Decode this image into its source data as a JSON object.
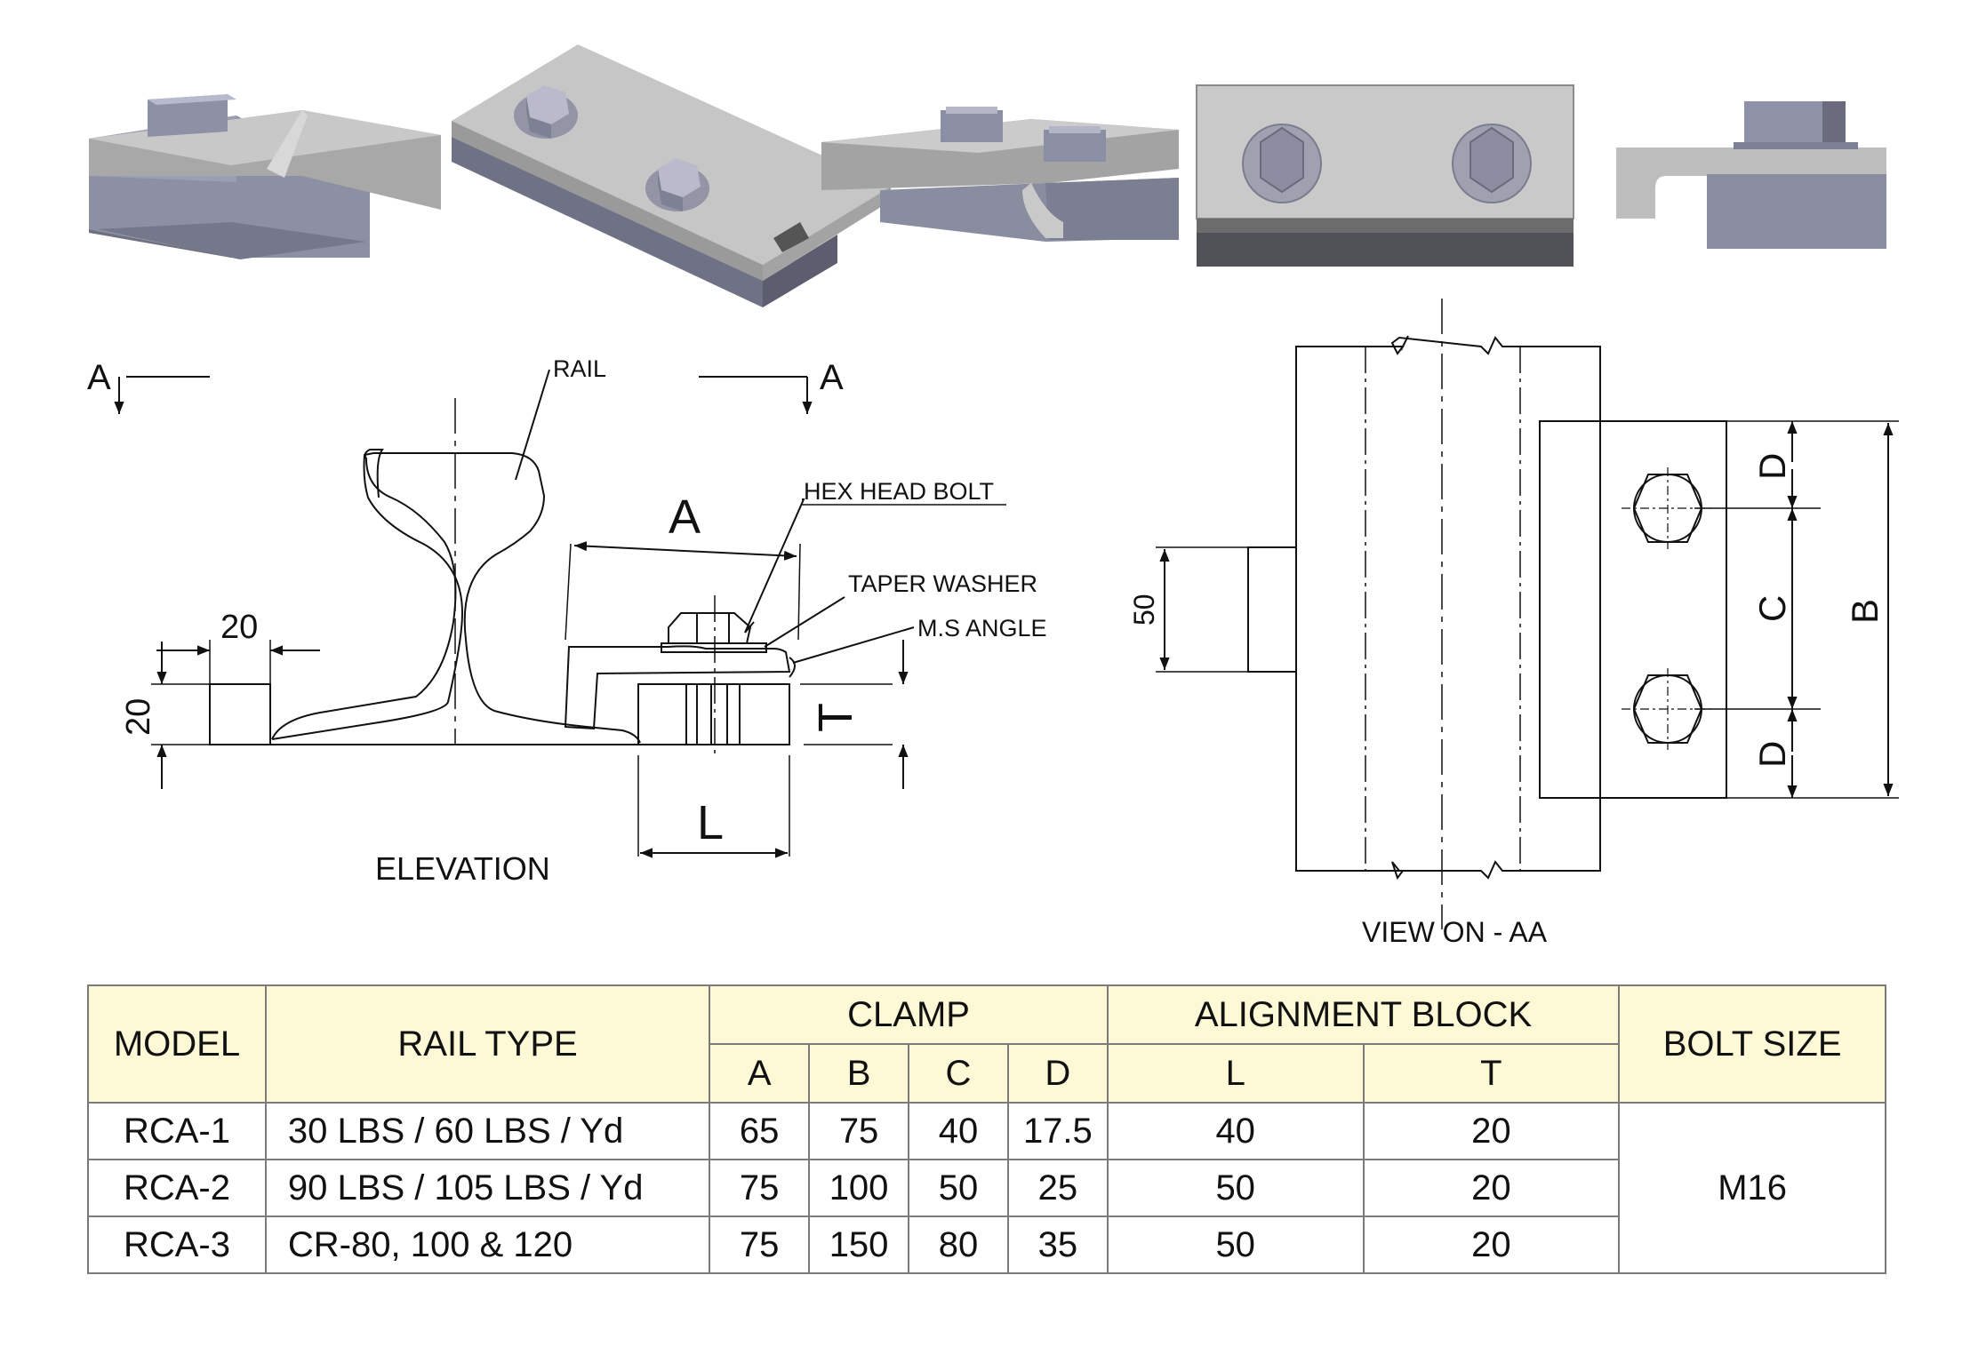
{
  "elevation": {
    "title": "ELEVATION",
    "section_left": "A",
    "section_right": "A",
    "rail_label": "RAIL",
    "bolt_label": "HEX HEAD BOLT",
    "washer_label": "TAPER WASHER",
    "angle_label": "M.S ANGLE",
    "dim_A": "A",
    "dim_L": "L",
    "dim_T": "T",
    "dim_width": "20",
    "dim_height": "20"
  },
  "plan_view": {
    "title": "VIEW ON - AA",
    "dim_50": "50",
    "dim_B": "B",
    "dim_C": "C",
    "dim_D_top": "D",
    "dim_D_bottom": "D"
  },
  "table": {
    "headers": {
      "model": "MODEL",
      "rail_type": "RAIL TYPE",
      "clamp": "CLAMP",
      "alignment_block": "ALIGNMENT BLOCK",
      "bolt_size": "BOLT SIZE",
      "clamp_cols": [
        "A",
        "B",
        "C",
        "D"
      ],
      "block_cols": [
        "L",
        "T"
      ]
    },
    "rows": [
      {
        "model": "RCA-1",
        "rail": "30 LBS / 60 LBS / Yd",
        "A": "65",
        "B": "75",
        "C": "40",
        "D": "17.5",
        "L": "40",
        "T": "20"
      },
      {
        "model": "RCA-2",
        "rail": "90 LBS / 105 LBS / Yd",
        "A": "75",
        "B": "100",
        "C": "50",
        "D": "25",
        "L": "50",
        "T": "20"
      },
      {
        "model": "RCA-3",
        "rail": "CR-80, 100 & 120",
        "A": "75",
        "B": "150",
        "C": "80",
        "D": "35",
        "L": "50",
        "T": "20"
      }
    ],
    "bolt_size": "M16"
  }
}
